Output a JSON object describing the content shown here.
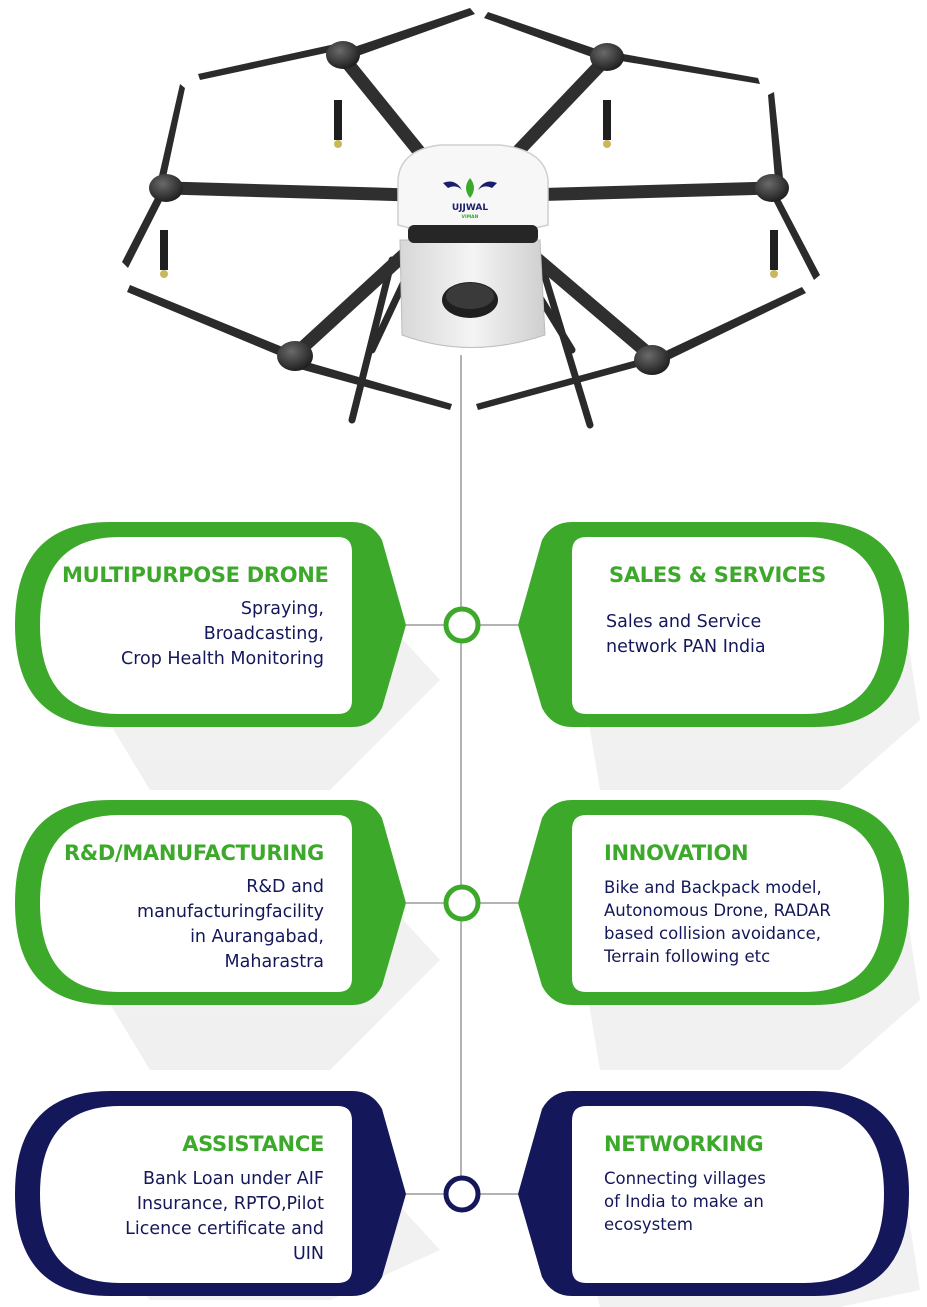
{
  "brand": {
    "name": "UJJWAL",
    "sub": "VIMAN"
  },
  "colors": {
    "green": "#3da92b",
    "navy": "#14185a",
    "line": "#9a9a9a"
  },
  "cards": [
    {
      "id": "multipurpose",
      "title": "MULTIPURPOSE DRONE",
      "body": "Spraying,\nBroadcasting,\nCrop Health Monitoring",
      "theme": "green",
      "side": "left"
    },
    {
      "id": "sales",
      "title": "SALES & SERVICES",
      "body": "Sales and Service\nnetwork PAN India",
      "theme": "green",
      "side": "right"
    },
    {
      "id": "rnd",
      "title": "R&D/MANUFACTURING",
      "body": "R&D and\nmanufacturingfacility\nin Aurangabad,\nMaharastra",
      "theme": "green",
      "side": "left"
    },
    {
      "id": "innovation",
      "title": "INNOVATION",
      "body": "Bike and Backpack model,\nAutonomous Drone, RADAR\nbased collision avoidance,\nTerrain following etc",
      "theme": "green",
      "side": "right"
    },
    {
      "id": "assistance",
      "title": "ASSISTANCE",
      "body": "Bank Loan under AIF\nInsurance, RPTO,Pilot\nLicence certificate and\nUIN",
      "theme": "navy",
      "side": "left"
    },
    {
      "id": "networking",
      "title": "NETWORKING",
      "body": "Connecting villages\nof India to make an\necosystem",
      "theme": "navy",
      "side": "right"
    }
  ]
}
